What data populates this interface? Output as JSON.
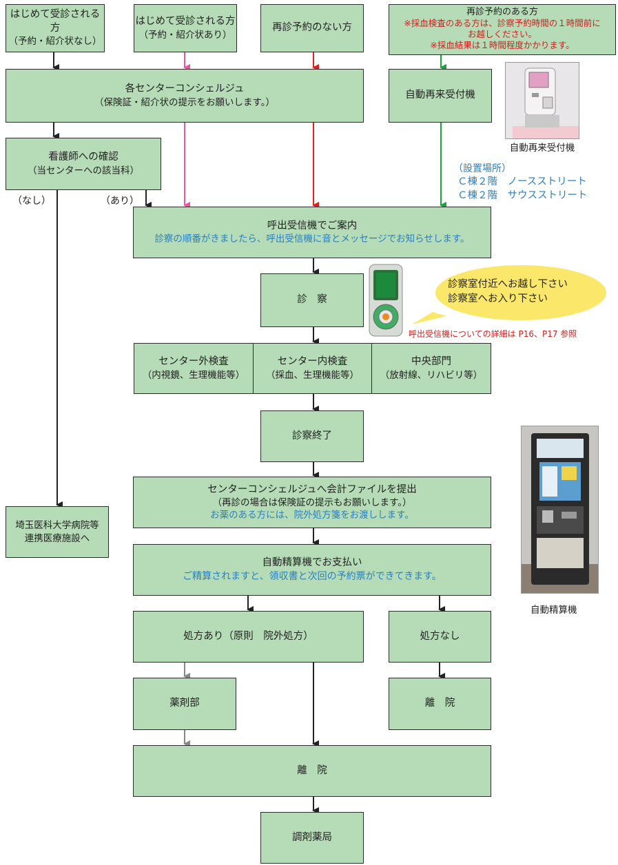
{
  "colors": {
    "box_fill": "#b5dcb6",
    "blue_text": "#2a7fc0",
    "red_text": "#d21d1d",
    "arrow_pink": "#e8579f",
    "arrow_red": "#e02020",
    "arrow_green": "#1aa23c",
    "arrow_gray": "#888888",
    "bubble": "#fbe86a"
  },
  "top": {
    "first_no_ref": {
      "line1": "はじめて受診される方",
      "line2": "（予約・紹介状なし）"
    },
    "first_ref": {
      "line1": "はじめて受診される方",
      "line2": "（予約・紹介状あり）"
    },
    "revisit_no_appt": "再診予約のない方",
    "revisit_appt": {
      "title": "再診予約のある方",
      "note1": "※採血検査のある方は、診察予約時間の１時間前に",
      "note2": "お越しください。",
      "note3": "※採血結果は１時間程度かかります。"
    }
  },
  "concierge": {
    "line1": "各センターコンシェルジュ",
    "line2": "（保険証・紹介状の提示をお願いします。）"
  },
  "auto_reception": "自動再来受付機",
  "auto_reception_photo_caption": "自動再来受付機",
  "location": {
    "label": "（設置場所）",
    "line1": "Ｃ棟２階　ノースストリート",
    "line2": "Ｃ棟２階　サウスストリート"
  },
  "nurse": {
    "line1": "看護師への確認",
    "line2": "（当センターへの該当科）"
  },
  "branch": {
    "no": "（なし）",
    "yes": "（あり）"
  },
  "pager": {
    "line1": "呼出受信機でご案内",
    "line2": "診察の順番がきましたら、呼出受信機に音とメッセージでお知らせします。"
  },
  "exam": "診　察",
  "bubble": {
    "line1": "診察室付近へお越し下さい",
    "line2": "診察室へお入り下さい"
  },
  "pager_note": "呼出受信機についての詳細は P16、P17 参照",
  "tests": [
    {
      "line1": "センター外検査",
      "line2": "（内視鏡、生理機能等）"
    },
    {
      "line1": "センター内検査",
      "line2": "（採血、生理機能等）"
    },
    {
      "line1": "中央部門",
      "line2": "（放射線、リハビリ等）"
    }
  ],
  "exam_end": "診察終了",
  "submit": {
    "line1": "センターコンシェルジュへ会計ファイルを提出",
    "line2": "（再診の場合は保険証の提示もお願いします。）",
    "line3": "お薬のある方には、院外処方箋をお渡しします。"
  },
  "payment": {
    "line1": "自動精算機でお支払い",
    "line2": "ご精算されますと、領収書と次回の予約票ができてきます。"
  },
  "payment_photo_caption": "自動精算機",
  "rx_yes": "処方あり（原則　院外処方）",
  "rx_no": "処方なし",
  "referral": {
    "line1": "埼玉医科大学病院等",
    "line2": "連携医療施設へ"
  },
  "pharmacy_dept": "薬剤部",
  "leave1": "離　院",
  "leave2": "離　院",
  "outside_pharmacy": "調剤薬局"
}
